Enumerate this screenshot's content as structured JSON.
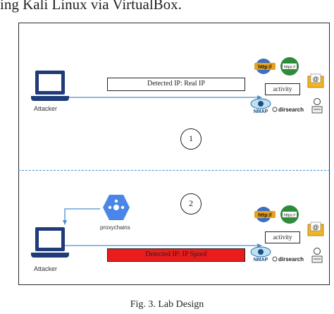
{
  "header_text": "ing Kali Linux via VirtualBox.",
  "section1": {
    "attacker_label": "Attacker",
    "detected_label": "Detected IP: Real IP",
    "activity_label": "activity",
    "step_number": "1",
    "tools": {
      "http_icon": "http://",
      "https_icon": "https://",
      "nmap_label": "NMAP",
      "dirsearch_label": "dirsearch"
    }
  },
  "section2": {
    "attacker_label": "Attacker",
    "proxy_label": "proxychains",
    "detected_label": "Detected IP: IP Spoof",
    "activity_label": "activity",
    "step_number": "2",
    "tools": {
      "http_icon": "http://",
      "https_icon": "https://",
      "nmap_label": "NMAP",
      "dirsearch_label": "dirsearch"
    }
  },
  "caption": "Fig. 3. Lab Design",
  "colors": {
    "laptop": "#1f3b7a",
    "arrow": "#4a8fd0",
    "spoof_box": "#ea1c1c",
    "proxy": "#4a86e8"
  },
  "icons": [
    "laptop-icon",
    "globe-icon",
    "email-icon",
    "eye-icon",
    "proxychains-icon"
  ]
}
